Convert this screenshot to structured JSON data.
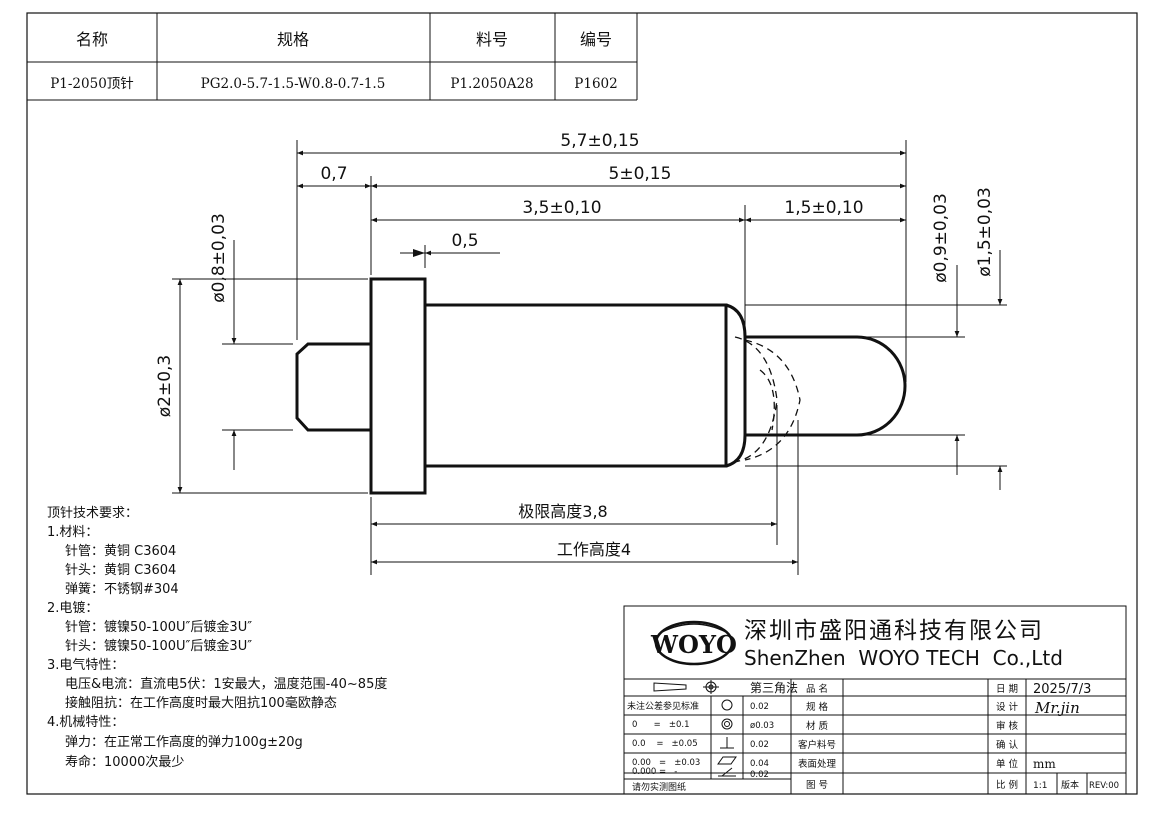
{
  "header_table": {
    "columns": [
      "名称",
      "规格",
      "料号",
      "编号"
    ],
    "row": [
      "P1-2050顶针",
      "PG2.0-5.7-1.5-W0.8-0.7-1.5",
      "P1.2050A28",
      "P1602"
    ]
  },
  "dimensions": {
    "overall_length": "5,7±0,15",
    "tail_length": "0,7",
    "body_length": "5±0,15",
    "barrel_length": "3,5±0,10",
    "plunger_length": "1,5±0,10",
    "flange_width": "0,5",
    "tail_dia": "ø0,8±0,03",
    "flange_dia": "ø2±0,3",
    "plunger_dia": "ø0,9±0,03",
    "barrel_dia": "ø1,5±0,03",
    "limit_height": "极限高度3,8",
    "working_height": "工作高度4"
  },
  "requirements": {
    "title": "顶针技术要求：",
    "lines": [
      "1.材料：",
      "针管：黄铜 C3604",
      "针头：黄铜 C3604",
      "弹簧：不锈钢#304",
      "2.电镀：",
      "针管：镀镍50-100U″后镀金3U″",
      "针头：镀镍50-100U″后镀金3U″",
      "3.电气特性：",
      "电压&电流：直流电5伏：1安最大，温度范围-40~85度",
      "接触阻抗：在工作高度时最大阻抗100毫欧静态",
      "4.机械特性：",
      "弹力：在正常工作高度的弹力100g±20g",
      "寿命：10000次最少"
    ]
  },
  "title_block": {
    "logo": "WOYO",
    "company_cn": "深圳市盛阳通科技有限公司",
    "company_en": "ShenZhen  WOYO TECH  Co.,Ltd",
    "projection": "第三角法",
    "tolerance_title": "未注公差参见标准",
    "tolerance_rows": [
      "0      =   ±0.1",
      "0.0    =   ±0.05",
      "0.00   =   ±0.03",
      "0.000 =   -"
    ],
    "gdt_values": [
      "0.02",
      "ø0.03",
      "0.02",
      "0.04",
      "0.02"
    ],
    "note": "请勿实测图纸",
    "field_labels": [
      "品 名",
      "规 格",
      "材 质",
      "客户料号",
      "表面处理",
      "图 号"
    ],
    "right_labels": [
      "日 期",
      "设 计",
      "审 核",
      "确 认",
      "单 位",
      "比 例"
    ],
    "date": "2025/7/3",
    "designer": "Mr.jin",
    "unit": "mm",
    "scale": "1:1",
    "version_label": "版本",
    "revision": "REV:00"
  }
}
